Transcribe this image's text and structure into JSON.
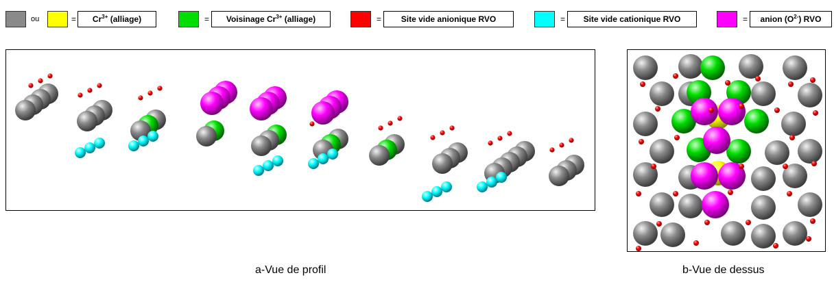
{
  "legend": {
    "gray_or": "ou",
    "equals": "=",
    "cr_alloy": {
      "prefix": "Cr",
      "sup": "3+",
      "suffix": " (alliage)"
    },
    "neighborhood": {
      "prefix": "Voisinage Cr",
      "sup": "3+",
      "suffix": " (alliage)"
    },
    "anionic_vacancy": "Site vide anionique RVO",
    "cationic_vacancy": "Site vide cationique RVO",
    "anion": {
      "prefix": "anion (O",
      "sup": "2-",
      "suffix": ") RVO"
    }
  },
  "colors": {
    "gray": "#8a8a8a",
    "yellow": "#ffff00",
    "green": "#00dd00",
    "red": "#ff0000",
    "cyan": "#00ffff",
    "magenta": "#ff00ff"
  },
  "captions": {
    "profile": "a-Vue de profil",
    "top": "b-Vue de dessus"
  }
}
